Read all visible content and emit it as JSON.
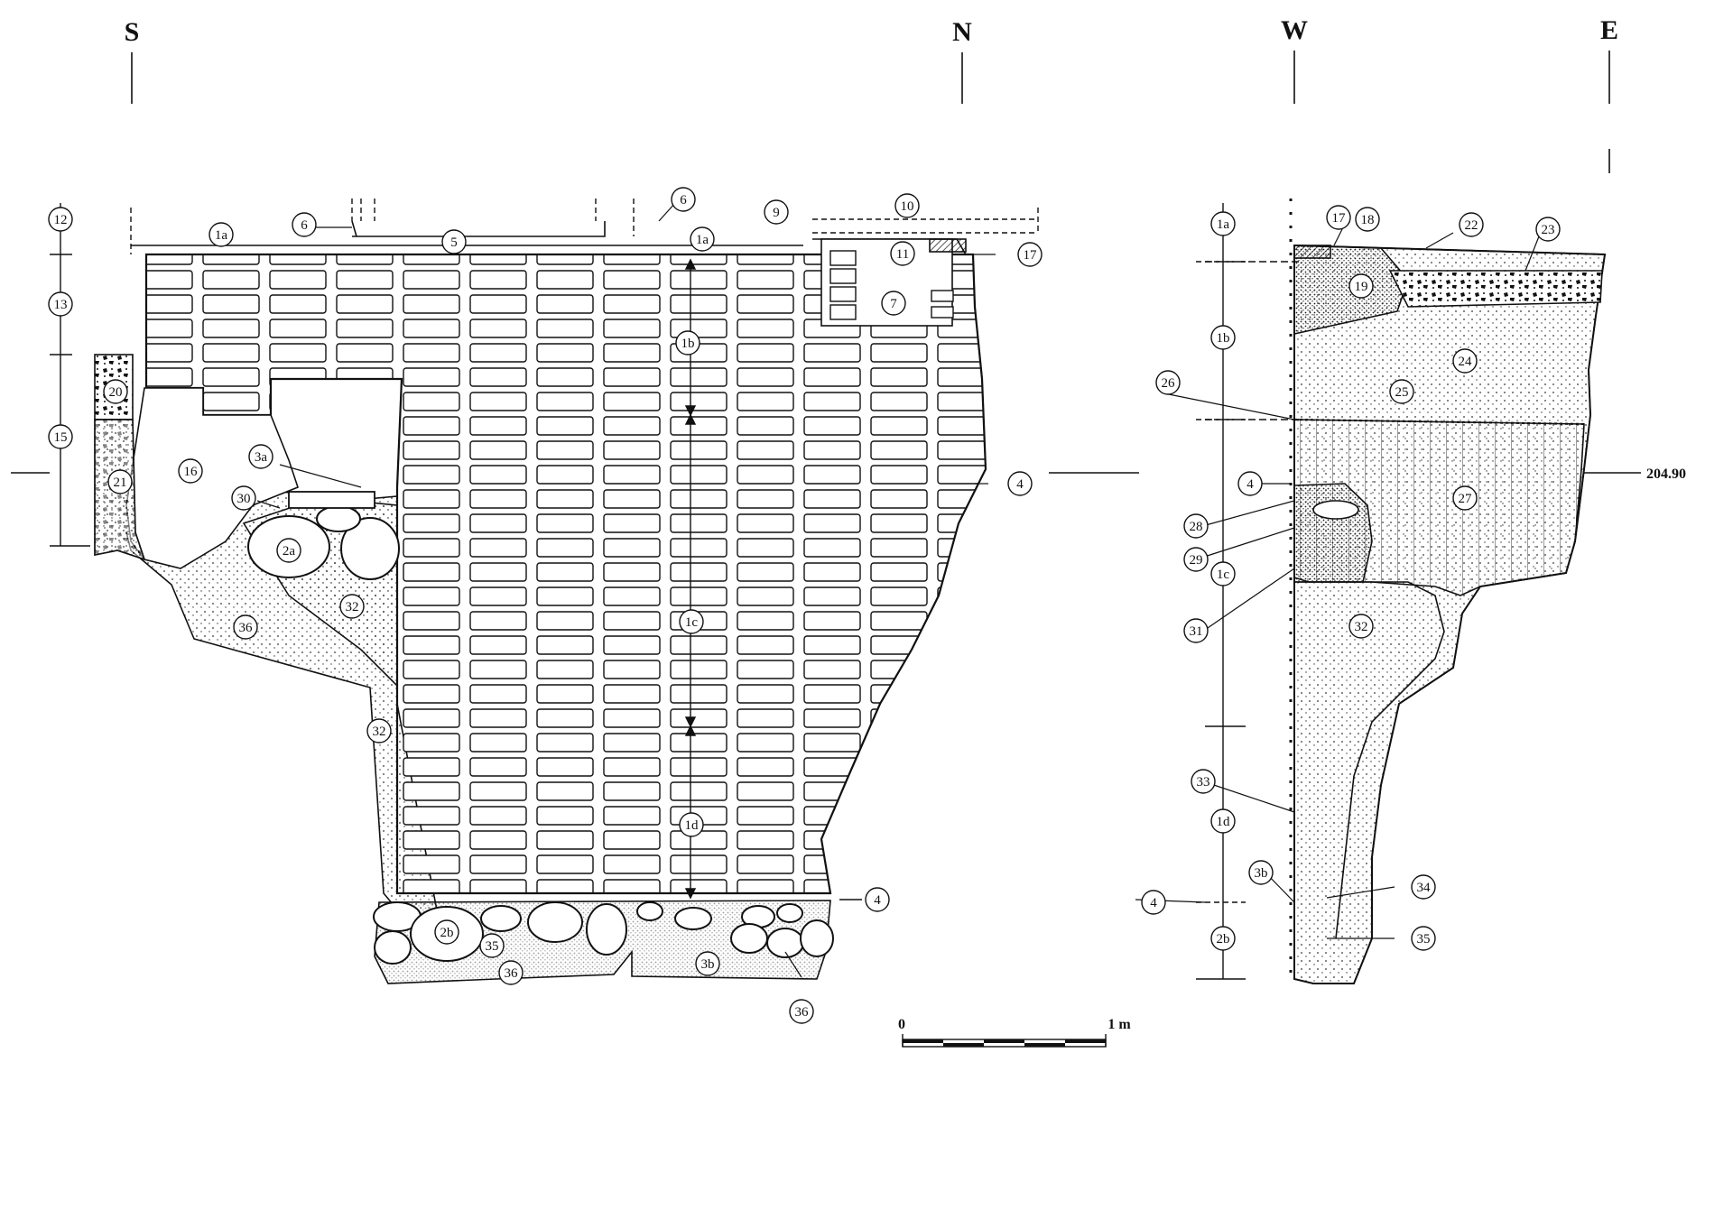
{
  "orientation": {
    "s": "S",
    "n": "N",
    "w": "W",
    "e": "E"
  },
  "elevation": "204.90",
  "scale": {
    "start": "0",
    "end": "1 m"
  },
  "section_left": {
    "depth_labels": [
      "12",
      "13",
      "15"
    ],
    "labels": [
      "1a",
      "1a",
      "1b",
      "1c",
      "1d",
      "2a",
      "2b",
      "3a",
      "3b",
      "4",
      "4",
      "5",
      "6",
      "6",
      "7",
      "9",
      "10",
      "11",
      "16",
      "17",
      "20",
      "21",
      "30",
      "32",
      "32",
      "35",
      "36",
      "36",
      "36"
    ]
  },
  "section_right": {
    "depth_labels": [
      "1a",
      "1b",
      "1c",
      "1d",
      "2b"
    ],
    "labels": [
      "3b",
      "4",
      "4",
      "17",
      "18",
      "19",
      "22",
      "23",
      "24",
      "25",
      "26",
      "27",
      "28",
      "29",
      "31",
      "32",
      "33",
      "34",
      "35"
    ]
  },
  "colors": {
    "ink": "#111111",
    "paper": "#ffffff"
  }
}
